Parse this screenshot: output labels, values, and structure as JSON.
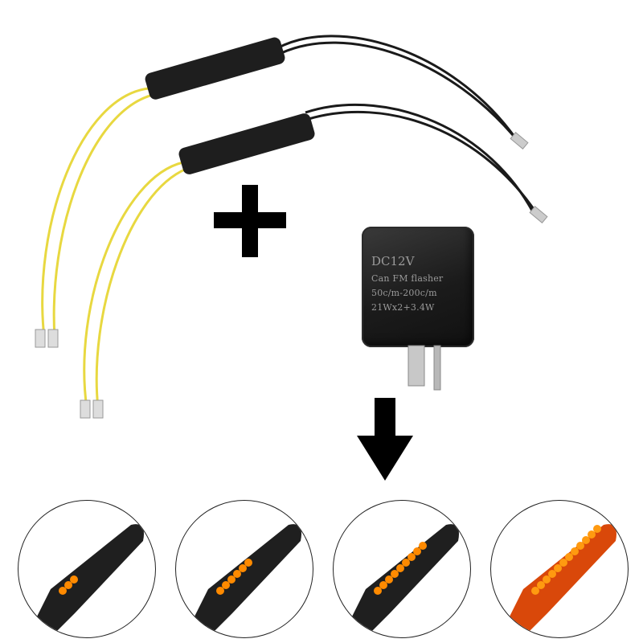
{
  "product_image": {
    "description": "Motorcycle LED turn signal resistor kit with flasher relay and sequential indicator lights",
    "plus_symbol": "+",
    "arrow_symbol": "down-arrow",
    "relay_label": {
      "line1": "DC12V",
      "line2": "Can FM flasher",
      "line3": "50c/m-200c/m",
      "line4": "21Wx2+3.4W"
    },
    "indicator_frames": [
      {
        "stage": 1,
        "lit_segments": 3
      },
      {
        "stage": 2,
        "lit_segments": 6
      },
      {
        "stage": 3,
        "lit_segments": 9
      },
      {
        "stage": 4,
        "lit_segments": 12
      }
    ],
    "colors": {
      "wire_yellow": "#e8d840",
      "amber_led": "#ff8a00",
      "relay_body": "#1c1c1c",
      "symbol_black": "#000000"
    }
  }
}
